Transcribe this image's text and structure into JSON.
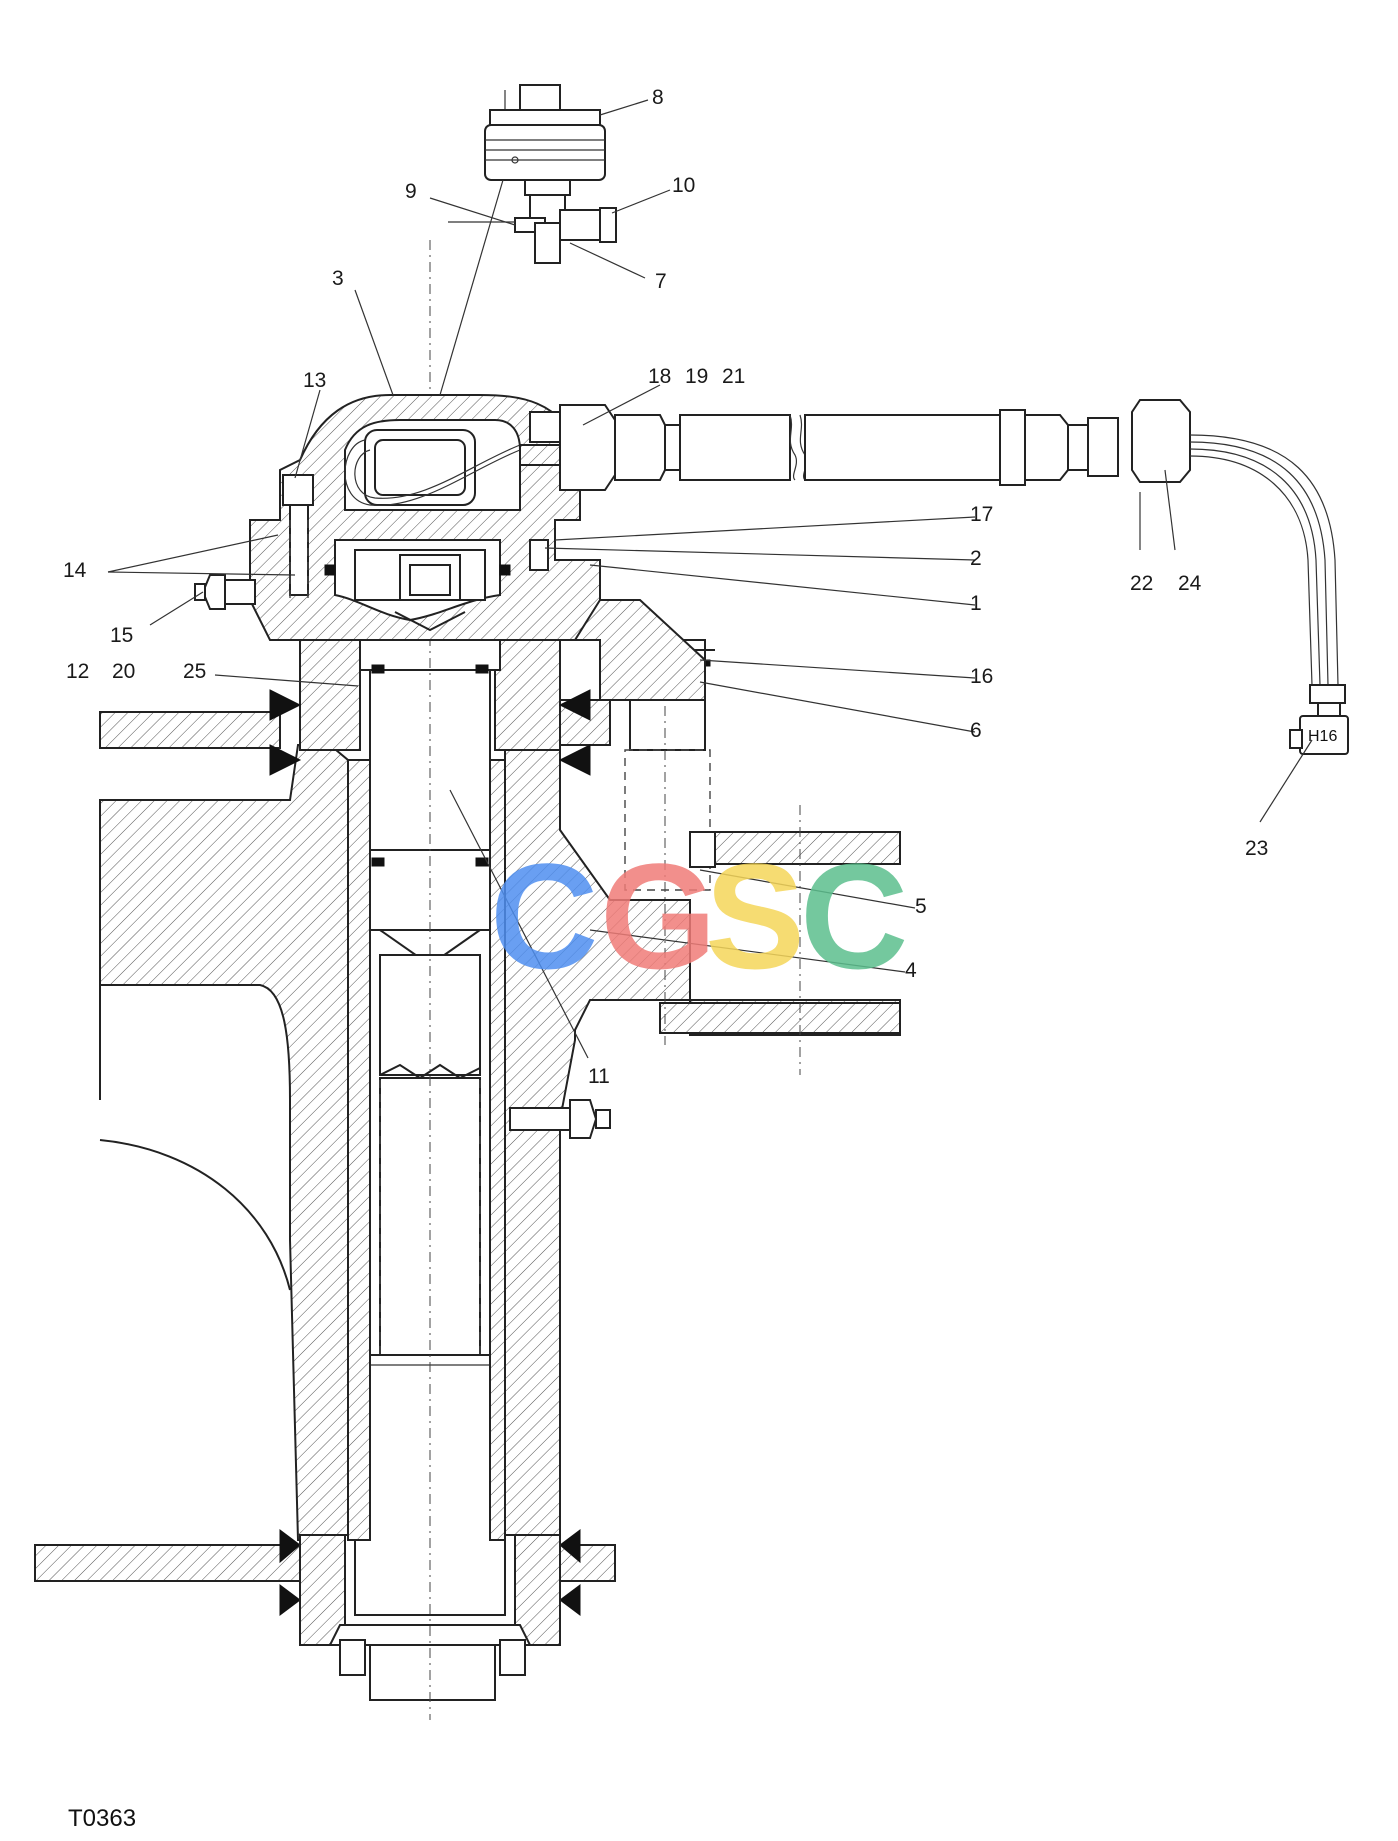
{
  "drawing_code": "T0363",
  "connector_tag": "H16",
  "watermark": {
    "text": "CGSC",
    "colors": [
      "#4f8ff0",
      "#f07c78",
      "#f5d65a",
      "#5cbf8e"
    ]
  },
  "callouts": [
    {
      "id": "c1",
      "text": "1"
    },
    {
      "id": "c2",
      "text": "2"
    },
    {
      "id": "c3",
      "text": "3"
    },
    {
      "id": "c4",
      "text": "4"
    },
    {
      "id": "c5",
      "text": "5"
    },
    {
      "id": "c6",
      "text": "6"
    },
    {
      "id": "c7",
      "text": "7"
    },
    {
      "id": "c8",
      "text": "8"
    },
    {
      "id": "c9",
      "text": "9"
    },
    {
      "id": "c10",
      "text": "10"
    },
    {
      "id": "c11",
      "text": "11"
    },
    {
      "id": "c12",
      "text": "12"
    },
    {
      "id": "c13",
      "text": "13"
    },
    {
      "id": "c14",
      "text": "14"
    },
    {
      "id": "c15",
      "text": "15"
    },
    {
      "id": "c16",
      "text": "16"
    },
    {
      "id": "c17",
      "text": "17"
    },
    {
      "id": "c18",
      "text": "18"
    },
    {
      "id": "c19",
      "text": "19"
    },
    {
      "id": "c20",
      "text": "20"
    },
    {
      "id": "c21",
      "text": "21"
    },
    {
      "id": "c22",
      "text": "22"
    },
    {
      "id": "c23",
      "text": "23"
    },
    {
      "id": "c24",
      "text": "24"
    },
    {
      "id": "c25",
      "text": "25"
    }
  ]
}
